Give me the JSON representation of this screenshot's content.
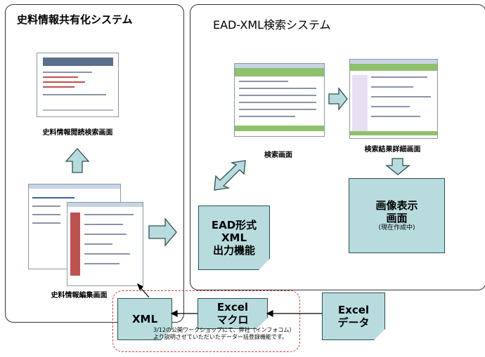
{
  "left_panel": {
    "title": "史料情報共有化システム"
  },
  "right_panel": {
    "title": "EAD-XML検索システム"
  },
  "screens": {
    "browse_search": "史料情報閲読検索画面",
    "edit": "史料情報編集画面",
    "search": "検索画面",
    "result_detail": "検索結果詳細画面"
  },
  "image_display": {
    "line1": "画像表示",
    "line2": "画面",
    "note": "(現在作成中)"
  },
  "ead_output": {
    "line1": "EAD形式",
    "line2": "XML",
    "line3": "出力機能"
  },
  "xml_box": {
    "label": "XML"
  },
  "excel_macro": {
    "line1": "Excel",
    "line2": "マクロ"
  },
  "excel_data": {
    "line1": "Excel",
    "line2": "データ"
  },
  "note": {
    "text": "3/12の公開ワークショップにて、弊社（インフォコム）より説明させていただいたデーター括登録機能です。"
  },
  "colors": {
    "box_fill": "#b8dcde",
    "box_border": "#2a4f52",
    "dashed_frame": "#d03a3a"
  }
}
